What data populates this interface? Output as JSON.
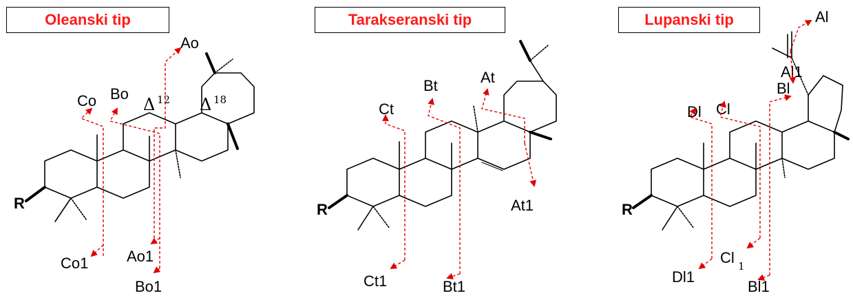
{
  "panels": [
    {
      "title": "Oleanski tip",
      "r_label": "R",
      "delta_labels": [
        {
          "symbol": "Δ",
          "sup": "12"
        },
        {
          "symbol": "Δ",
          "sup": "18"
        }
      ],
      "top_labels": [
        "Co",
        "Bo",
        "Ao"
      ],
      "bottom_labels": [
        "Co1",
        "Ao1",
        "Bo1"
      ]
    },
    {
      "title": "Tarakseranski tip",
      "r_label": "R",
      "top_labels": [
        "Ct",
        "Bt",
        "At"
      ],
      "bottom_labels": [
        "At1",
        "Ct1",
        "Bt1"
      ]
    },
    {
      "title": "Lupanski tip",
      "r_label": "R",
      "top_labels": [
        "Al",
        "Al1",
        "Dl",
        "Cl",
        "Bl"
      ],
      "bottom_labels": [
        "Dl1",
        "Cl",
        "Bl1"
      ],
      "bottom_sub": "1"
    }
  ],
  "colors": {
    "title_text": "#ff1a1a",
    "arrows": "#e00000",
    "bonds": "#000000"
  }
}
